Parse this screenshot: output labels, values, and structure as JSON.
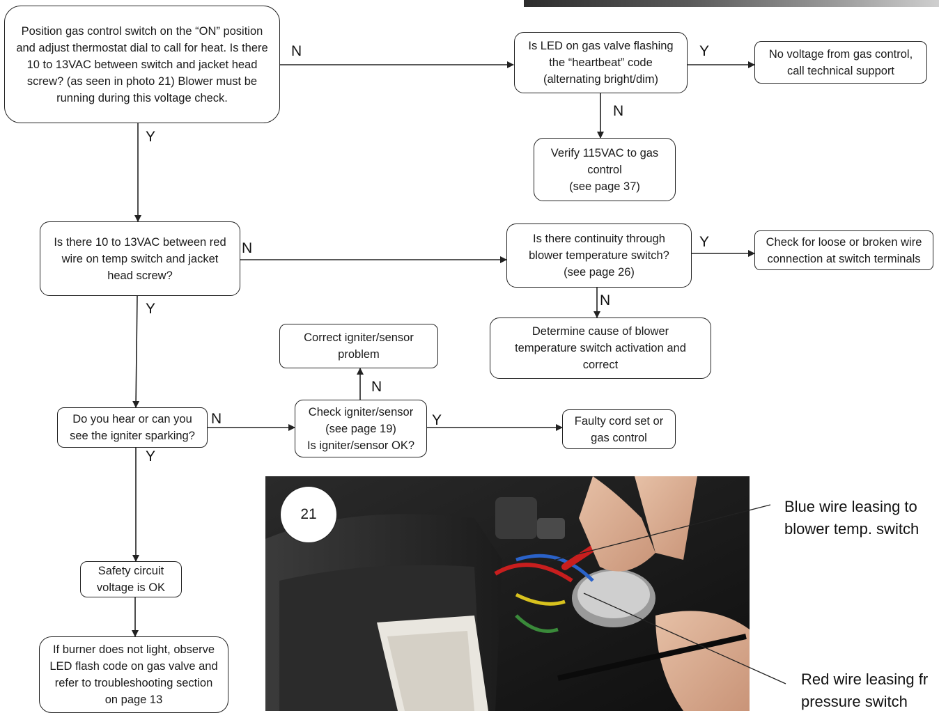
{
  "boxes": {
    "start": "Position gas control switch on the “ON” position and adjust thermostat dial to call for heat. Is there 10 to 13VAC between switch and jacket head screw? (as seen in photo 21) Blower must be running during this voltage check.",
    "led": "Is LED on gas valve flashing\nthe “heartbeat” code\n(alternating bright/dim)",
    "no_voltage": "No voltage from gas control,\ncall technical support",
    "verify115": "Verify 115VAC to gas\ncontrol\n(see page 37)",
    "red_wire": "Is there 10 to 13VAC between red\nwire on temp switch and jacket\nhead screw?",
    "continuity": "Is there continuity through\nblower temperature switch?\n(see page 26)",
    "loose_wire": "Check for loose or broken wire\nconnection at switch terminals",
    "determine": "Determine cause of blower\ntemperature switch activation and\ncorrect",
    "correct_igniter": "Correct igniter/sensor\nproblem",
    "hear_spark": "Do you hear or can you\nsee the igniter sparking?",
    "check_igniter": "Check igniter/sensor\n(see page 19)\nIs igniter/sensor OK?",
    "faulty_cord": "Faulty cord set or\ngas control",
    "safety_ok": "Safety circuit\nvoltage is OK",
    "burner": "If burner does not light, observe\nLED flash code on gas valve and\nrefer to troubleshooting section\non page 13"
  },
  "labels": {
    "start_n": "N",
    "start_y": "Y",
    "led_y": "Y",
    "led_n": "N",
    "red_n": "N",
    "red_y": "Y",
    "cont_y": "Y",
    "cont_n": "N",
    "hear_n": "N",
    "hear_y": "Y",
    "check_n": "N",
    "check_y": "Y"
  },
  "photo": {
    "badge": "21",
    "callout_blue": "Blue wire leasing to\nblower temp. switch",
    "callout_red": "Red wire leasing fr\npressure switch"
  },
  "colors": {
    "line": "#222222",
    "wire_red": "#c81e1e",
    "wire_blue": "#2a62c9",
    "wire_green": "#3a8a3a",
    "wire_yellow": "#d8c21e"
  }
}
